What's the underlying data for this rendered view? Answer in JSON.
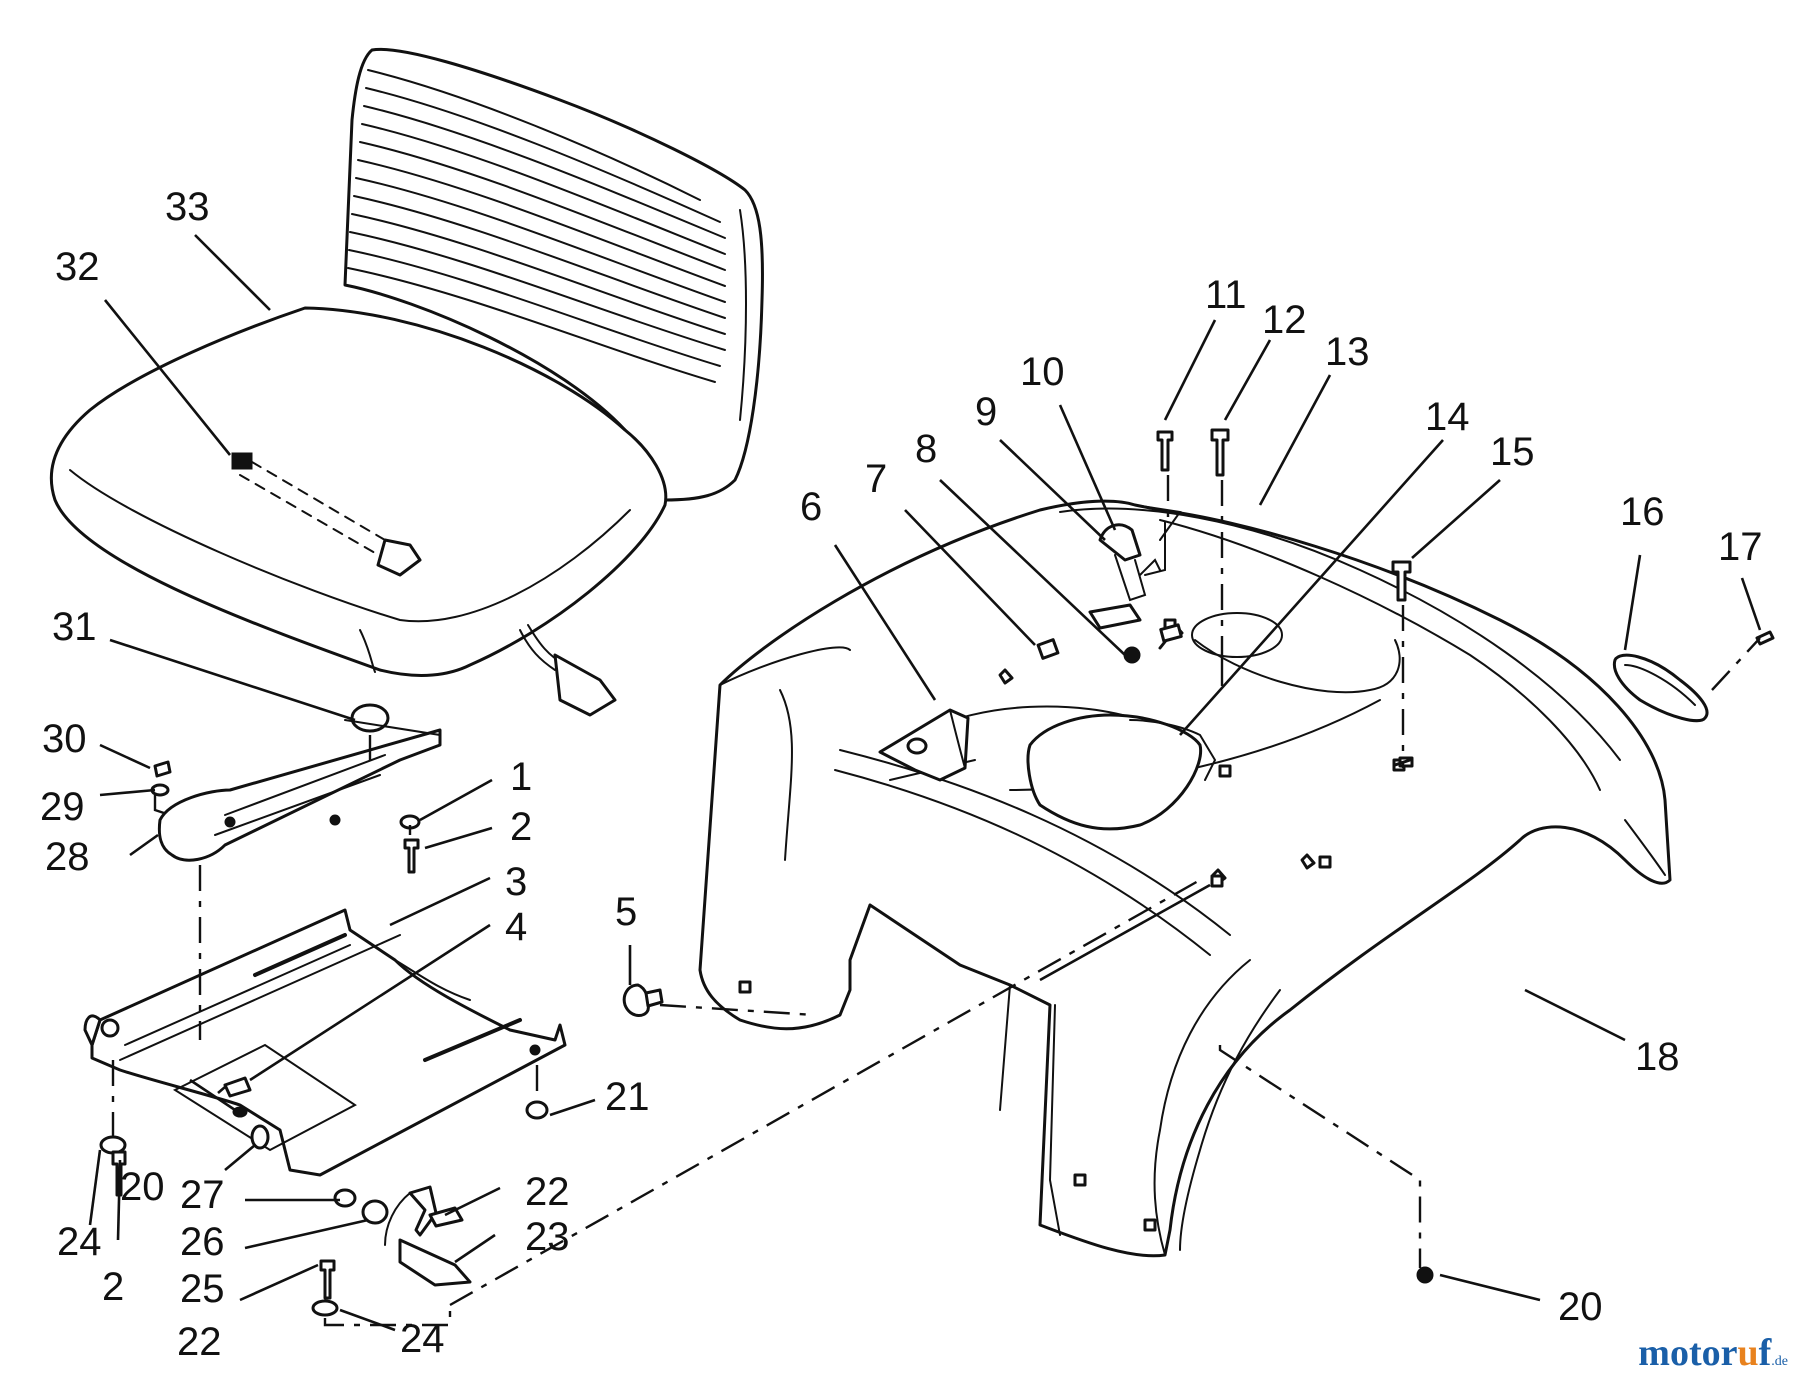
{
  "callouts": [
    {
      "id": "1",
      "text": "1"
    },
    {
      "id": "2a",
      "text": "2"
    },
    {
      "id": "2b",
      "text": "2"
    },
    {
      "id": "3",
      "text": "3"
    },
    {
      "id": "4",
      "text": "4"
    },
    {
      "id": "5",
      "text": "5"
    },
    {
      "id": "6",
      "text": "6"
    },
    {
      "id": "7",
      "text": "7"
    },
    {
      "id": "8",
      "text": "8"
    },
    {
      "id": "9",
      "text": "9"
    },
    {
      "id": "10",
      "text": "10"
    },
    {
      "id": "11",
      "text": "11"
    },
    {
      "id": "12",
      "text": "12"
    },
    {
      "id": "13",
      "text": "13"
    },
    {
      "id": "14",
      "text": "14"
    },
    {
      "id": "15",
      "text": "15"
    },
    {
      "id": "16",
      "text": "16"
    },
    {
      "id": "17",
      "text": "17"
    },
    {
      "id": "18",
      "text": "18"
    },
    {
      "id": "20a",
      "text": "20"
    },
    {
      "id": "20b",
      "text": "20"
    },
    {
      "id": "21",
      "text": "21"
    },
    {
      "id": "22a",
      "text": "22"
    },
    {
      "id": "22b",
      "text": "22"
    },
    {
      "id": "23",
      "text": "23"
    },
    {
      "id": "24a",
      "text": "24"
    },
    {
      "id": "24b",
      "text": "24"
    },
    {
      "id": "25",
      "text": "25"
    },
    {
      "id": "26",
      "text": "26"
    },
    {
      "id": "27",
      "text": "27"
    },
    {
      "id": "28",
      "text": "28"
    },
    {
      "id": "29",
      "text": "29"
    },
    {
      "id": "30",
      "text": "30"
    },
    {
      "id": "31",
      "text": "31"
    },
    {
      "id": "32",
      "text": "32"
    },
    {
      "id": "33",
      "text": "33"
    }
  ],
  "watermark": {
    "main": "motor",
    "accent": "u",
    "end": "f",
    "tld": ".de"
  },
  "colors": {
    "line": "#111111",
    "background": "#ffffff",
    "watermark_blue": "#1a5fa8",
    "watermark_orange": "#e8821e"
  }
}
